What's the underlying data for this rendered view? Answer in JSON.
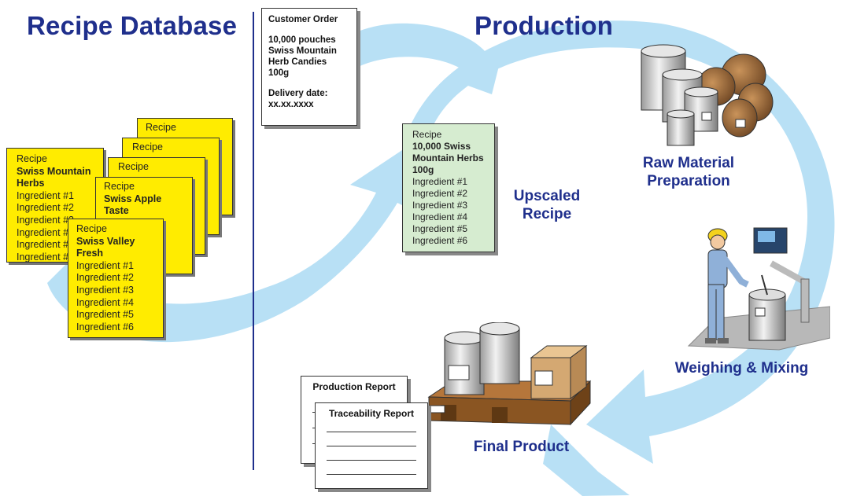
{
  "headings": {
    "left": "Recipe Database",
    "right": "Production"
  },
  "customer_order": {
    "title": "Customer Order",
    "lines": [
      "10,000 pouches",
      "Swiss Mountain",
      "Herb Candies",
      "100g"
    ],
    "delivery_label": "Delivery date:",
    "delivery_value": "xx.xx.xxxx"
  },
  "recipe_stack": {
    "back_labels": [
      "Recipe",
      "Recipe",
      "Recipe"
    ],
    "card_a": {
      "label": "Recipe",
      "name": [
        "Swiss Mountain",
        "Herbs"
      ],
      "ingredients": [
        "Ingredient #1",
        "Ingredient #2",
        "Ingredient #3",
        "Ingredient #4",
        "Ingredient #5",
        "Ingredient #6"
      ]
    },
    "card_b": {
      "label": "Recipe",
      "name": [
        "Swiss Apple",
        "Taste"
      ]
    },
    "card_c": {
      "label": "Recipe",
      "name": [
        "Swiss Valley",
        "Fresh"
      ],
      "ingredients": [
        "Ingredient #1",
        "Ingredient #2",
        "Ingredient #3",
        "Ingredient #4",
        "Ingredient #5",
        "Ingredient #6"
      ]
    }
  },
  "upscaled_recipe": {
    "label": "Recipe",
    "name": [
      "10,000 Swiss",
      "Mountain Herbs",
      "100g"
    ],
    "ingredients": [
      "Ingredient #1",
      "Ingredient #2",
      "Ingredient #3",
      "Ingredient #4",
      "Ingredient #5",
      "Ingredient #6"
    ],
    "caption": [
      "Upscaled",
      "Recipe"
    ]
  },
  "stages": {
    "raw": [
      "Raw Material",
      "Preparation"
    ],
    "weighing": "Weighing & Mixing",
    "final": "Final Product"
  },
  "reports": {
    "production": "Production Report",
    "traceability": "Traceability Report"
  },
  "colors": {
    "heading": "#1f2f8c",
    "arrow": "#b8e0f5",
    "recipe_card": "#ffec00",
    "upscaled_card": "#d6ecd0"
  }
}
